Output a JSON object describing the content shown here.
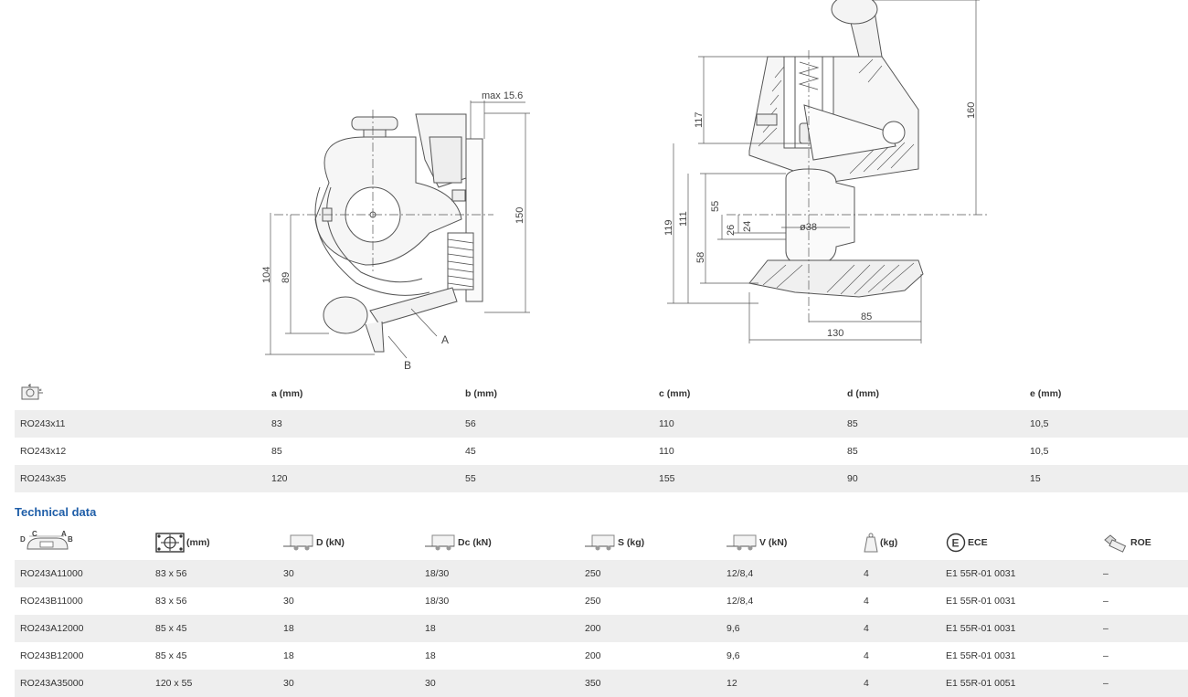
{
  "drawing_left": {
    "labels": {
      "max": "max 15.6",
      "h150": "150",
      "h104": "104",
      "h89": "89",
      "partA": "A",
      "partB": "B"
    }
  },
  "drawing_right": {
    "labels": {
      "h117": "117",
      "h160": "160",
      "h119": "119",
      "h111": "111",
      "h55": "55",
      "h26": "26",
      "h24": "24",
      "h58": "58",
      "dia": "ø38",
      "w85": "85",
      "w130": "130"
    }
  },
  "dimensions_table": {
    "header_icon": "coupling-dimension-icon",
    "columns": [
      "a (mm)",
      "b (mm)",
      "c (mm)",
      "d (mm)",
      "e (mm)"
    ],
    "rows": [
      {
        "model": "RO243x11",
        "cells": [
          "83",
          "56",
          "110",
          "85",
          "10,5"
        ]
      },
      {
        "model": "RO243x12",
        "cells": [
          "85",
          "45",
          "110",
          "85",
          "10,5"
        ]
      },
      {
        "model": "RO243x35",
        "cells": [
          "120",
          "55",
          "155",
          "90",
          "15"
        ]
      }
    ]
  },
  "technical": {
    "title": "Technical data",
    "columns": [
      "(mm)",
      "D (kN)",
      "Dc (kN)",
      "S (kg)",
      "V (kN)",
      "(kg)",
      "ECE",
      "ROE"
    ],
    "header_icons": [
      "coupling-letters-icon",
      "mounting-plate-icon",
      "trailer-icon",
      "trailer-icon",
      "trailer-icon",
      "trailer-icon",
      "weight-icon",
      "ece-mark-icon",
      "bolt-icon"
    ],
    "coupling_letters": [
      "D",
      "C",
      "A",
      "B"
    ],
    "ece_letter": "E",
    "rows": [
      [
        "RO243A11000",
        "83 x 56",
        "30",
        "18/30",
        "250",
        "12/8,4",
        "4",
        "E1 55R-01 0031",
        "–"
      ],
      [
        "RO243B11000",
        "83 x 56",
        "30",
        "18/30",
        "250",
        "12/8,4",
        "4",
        "E1 55R-01 0031",
        "–"
      ],
      [
        "RO243A12000",
        "85 x 45",
        "18",
        "18",
        "200",
        "9,6",
        "4",
        "E1 55R-01 0031",
        "–"
      ],
      [
        "RO243B12000",
        "85 x 45",
        "18",
        "18",
        "200",
        "9,6",
        "4",
        "E1 55R-01 0031",
        "–"
      ],
      [
        "RO243A35000",
        "120 x 55",
        "30",
        "30",
        "350",
        "12",
        "4",
        "E1 55R-01 0051",
        "–"
      ]
    ]
  },
  "colors": {
    "accent": "#1f5ea8",
    "row_shade": "#eeeeee",
    "line": "#555555"
  }
}
